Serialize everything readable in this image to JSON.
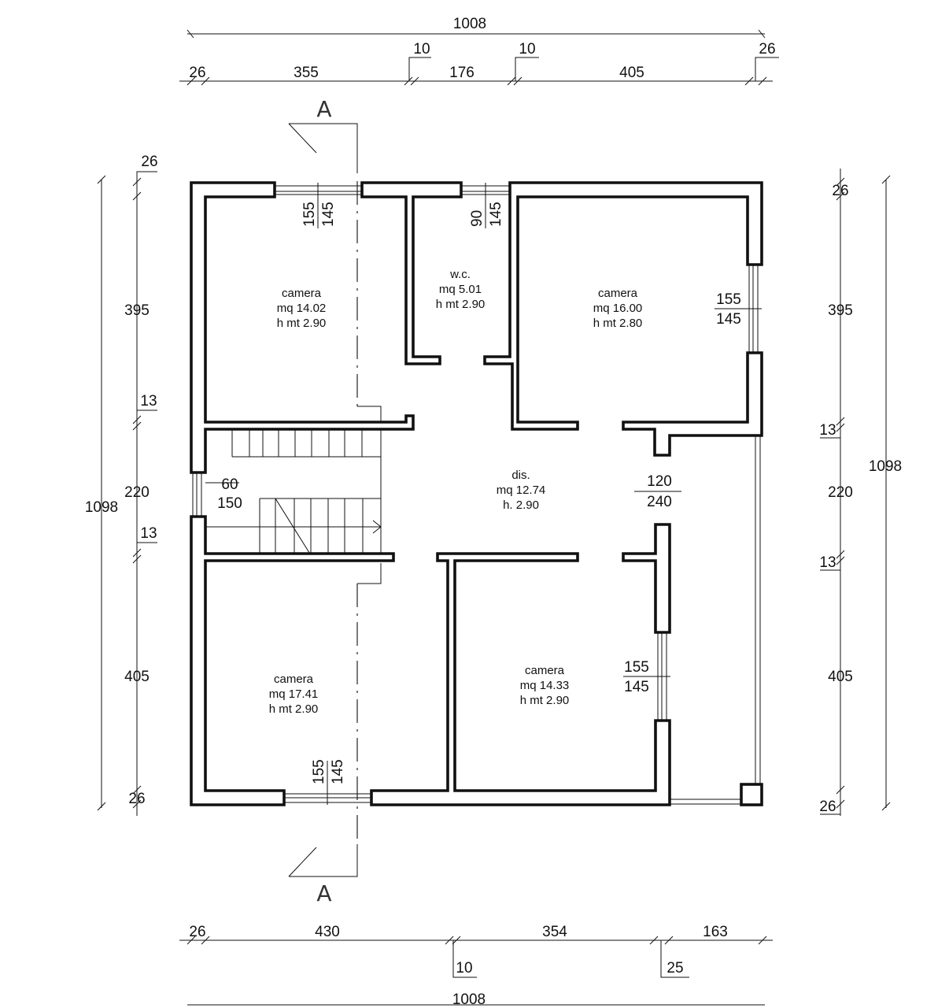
{
  "title": "",
  "section_marks": {
    "top": "A",
    "bottom": "A"
  },
  "top_dims": {
    "overall": "1008",
    "segments": [
      "26",
      "355",
      "176",
      "405"
    ],
    "wall_marks": [
      "10",
      "10",
      "26"
    ]
  },
  "bottom_dims": {
    "overall": "1008",
    "segments": [
      "26",
      "430",
      "354",
      "163"
    ],
    "wall_marks": [
      "10",
      "25"
    ]
  },
  "left_dims": {
    "overall": "1098",
    "segments": [
      "26",
      "395",
      "13",
      "220",
      "13",
      "405",
      "26"
    ]
  },
  "right_dims": {
    "overall": "1098",
    "segments": [
      "26",
      "395",
      "13",
      "220",
      "13",
      "405",
      "26"
    ]
  },
  "rooms": [
    {
      "name": "camera",
      "area": "mq 14.02",
      "height": "h mt 2.90"
    },
    {
      "name": "w.c.",
      "area": "mq 5.01",
      "height": "h mt 2.90"
    },
    {
      "name": "camera",
      "area": "mq 16.00",
      "height": "h mt 2.80"
    },
    {
      "name": "dis.",
      "area": "mq 12.74",
      "height": "h. 2.90"
    },
    {
      "name": "camera",
      "area": "mq 17.41",
      "height": "h mt 2.90"
    },
    {
      "name": "camera",
      "area": "mq 14.33",
      "height": "h mt 2.90"
    }
  ],
  "openings": [
    {
      "width": "155",
      "height": "145"
    },
    {
      "width": "90",
      "height": "145"
    },
    {
      "width": "155",
      "height": "145"
    },
    {
      "width": "60",
      "height": "150"
    },
    {
      "width": "120",
      "height": "240"
    },
    {
      "width": "155",
      "height": "145"
    },
    {
      "width": "155",
      "height": "145"
    }
  ]
}
